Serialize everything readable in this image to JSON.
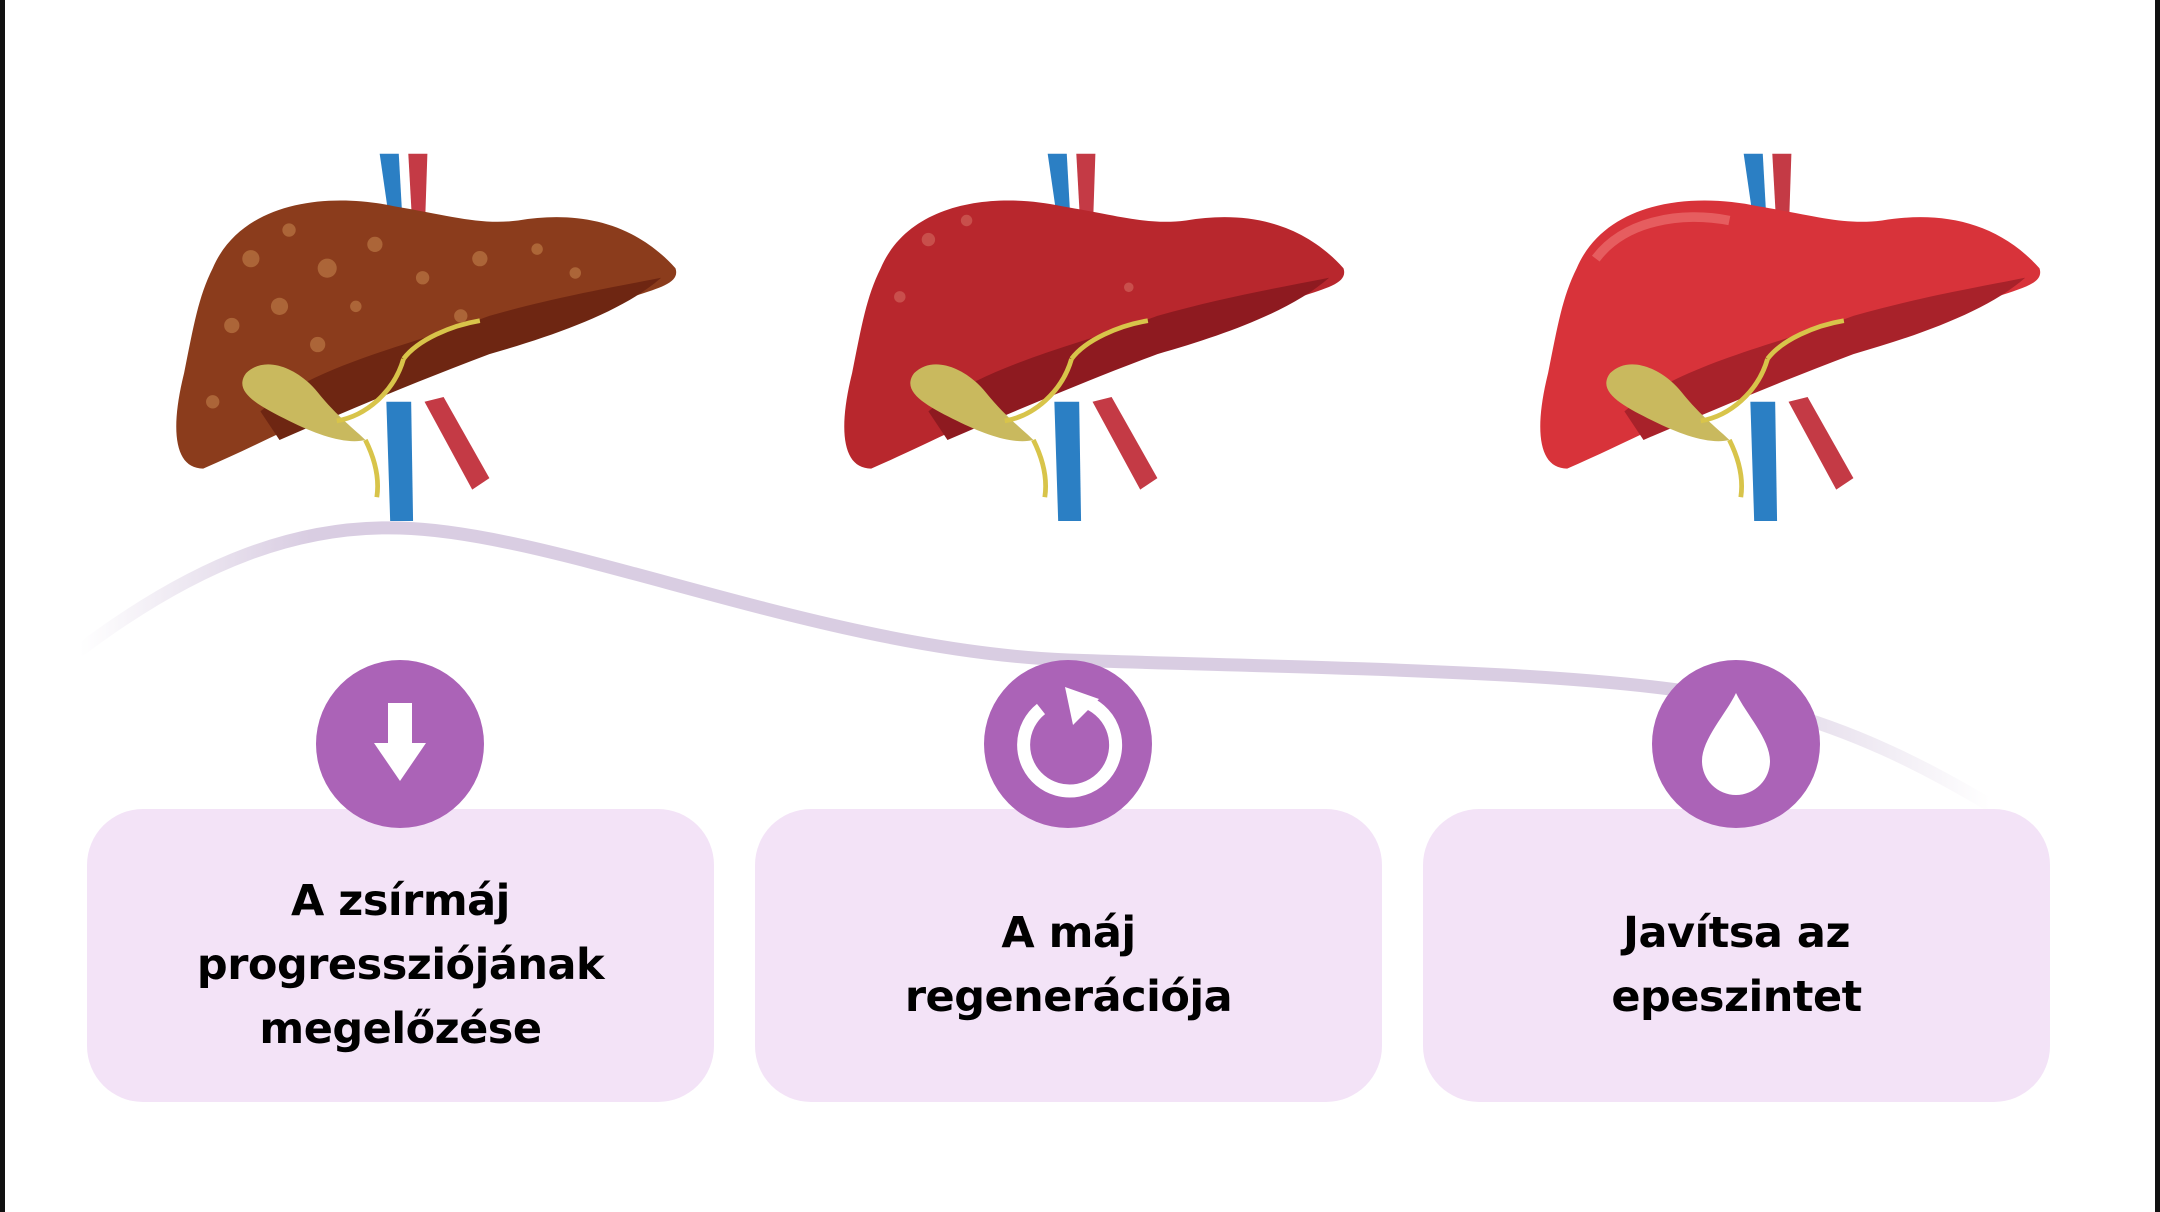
{
  "colors": {
    "accent": "#ab63b7",
    "card_bg": "#f3e3f7",
    "curve": "#d9cde2"
  },
  "stages": [
    {
      "liver": "fatty-liver",
      "icon": "arrow-down-icon",
      "label_lines": [
        "A zsírmáj",
        "progressziójának",
        "megelőzése"
      ]
    },
    {
      "liver": "recovering-liver",
      "icon": "refresh-icon",
      "label_lines": [
        "A máj",
        "regenerációja"
      ]
    },
    {
      "liver": "healthy-liver",
      "icon": "drop-icon",
      "label_lines": [
        "Javítsa az",
        "epeszintet"
      ]
    }
  ]
}
